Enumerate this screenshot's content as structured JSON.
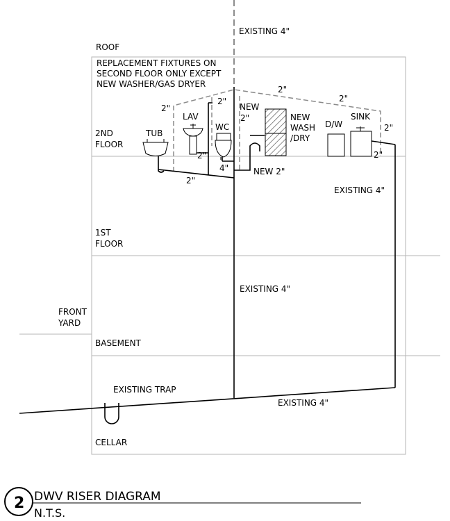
{
  "levels": {
    "roof": "ROOF",
    "second_floor": [
      "2ND",
      "FLOOR"
    ],
    "first_floor": [
      "1ST",
      "FLOOR"
    ],
    "front_yard": [
      "FRONT",
      "YARD"
    ],
    "basement": "BASEMENT",
    "cellar": "CELLAR"
  },
  "note": [
    "REPLACEMENT FIXTURES ON",
    "SECOND FLOOR ONLY EXCEPT",
    "NEW WASHER/GAS DRYER"
  ],
  "fixtures": {
    "tub": "TUB",
    "lav": "LAV",
    "wc": "WC",
    "new": "NEW",
    "washer": [
      "NEW",
      "WASH",
      "/DRY"
    ],
    "dishwasher": "D/W",
    "sink": "SINK"
  },
  "pipe_labels": {
    "stack_top": "EXISTING 4\"",
    "stack_mid": "EXISTING 4\"",
    "right_stack": "EXISTING 4\"",
    "house_drain": "EXISTING 4\"",
    "trap": "EXISTING TRAP",
    "new_2in": "NEW 2\"",
    "wc_4in": "4\"",
    "two_inch": "2\""
  },
  "title_block": {
    "number": "2",
    "title": "DWV RISER DIAGRAM",
    "scale": "N.T.S."
  }
}
